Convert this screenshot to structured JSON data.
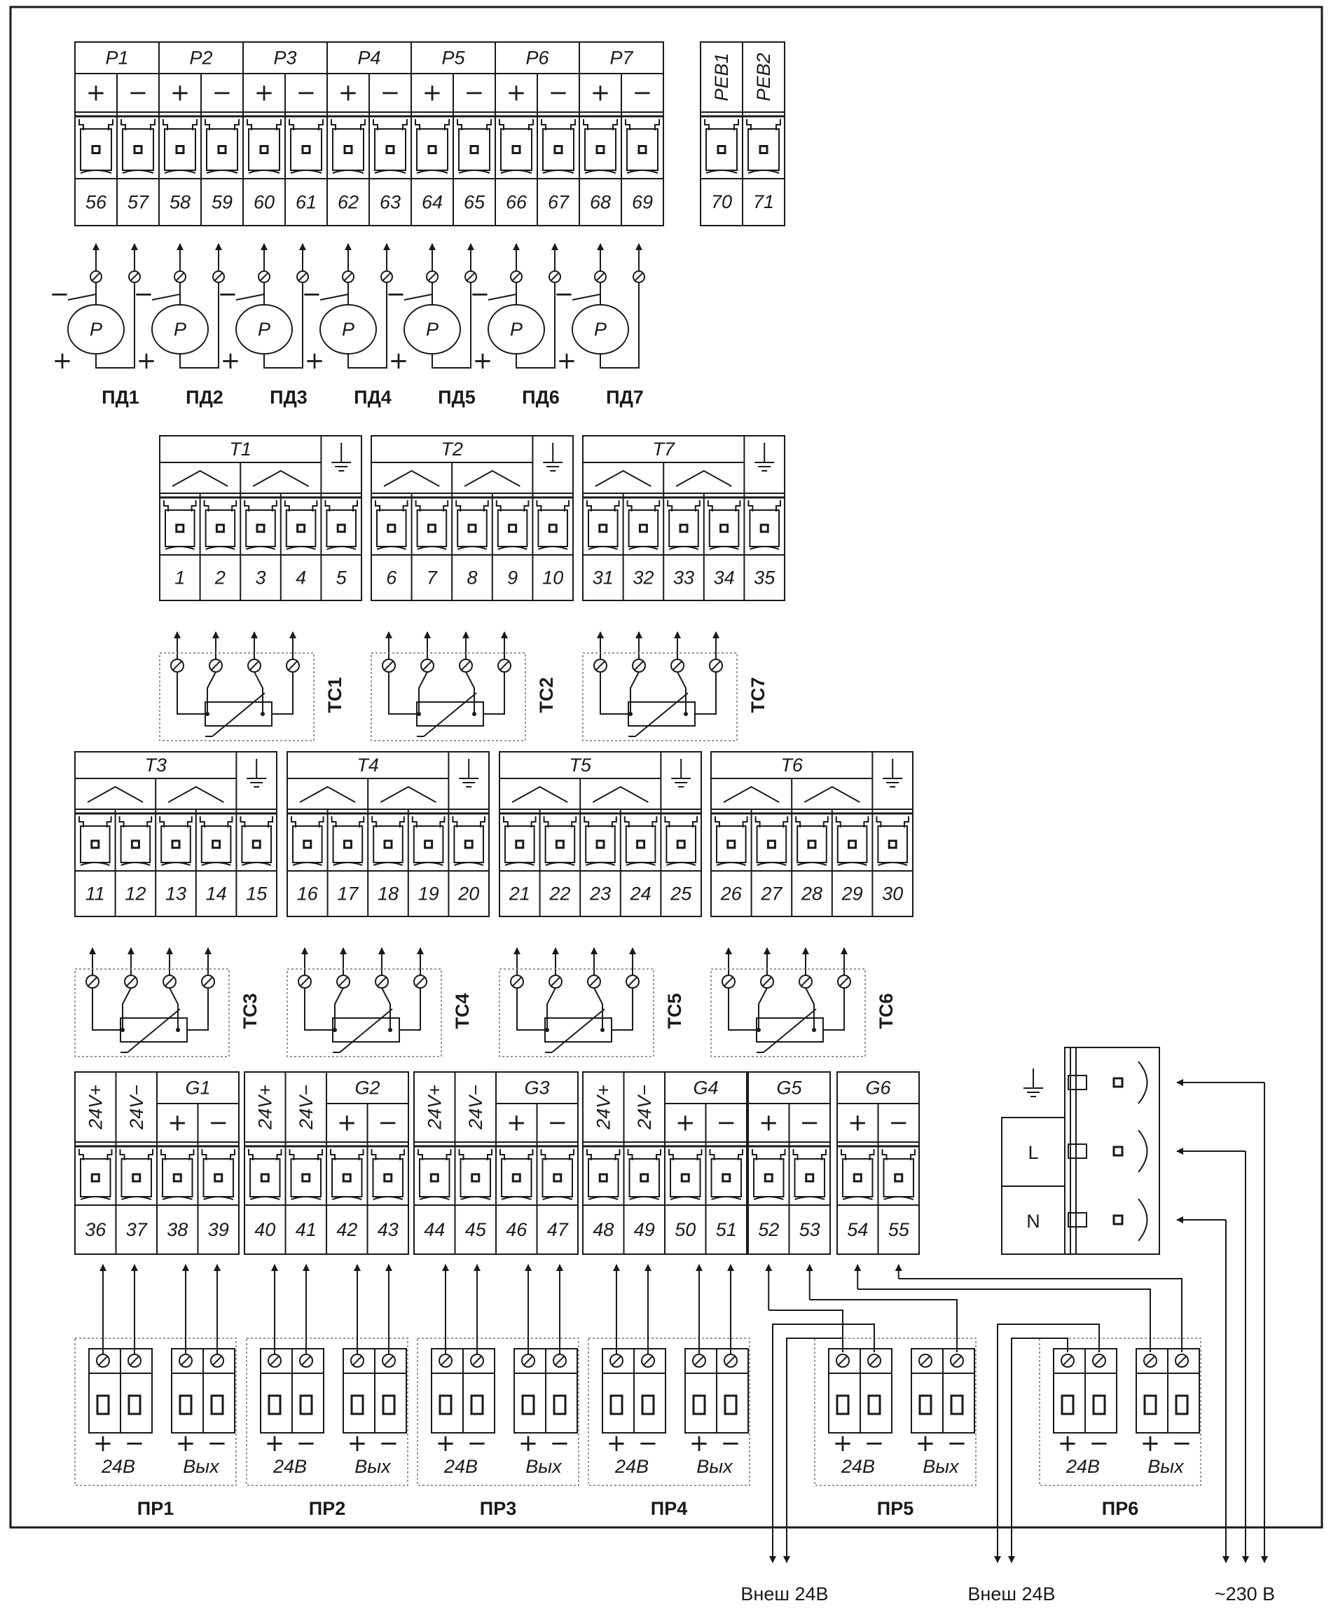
{
  "pressure_block": {
    "channels": [
      {
        "label": "P1",
        "pins": [
          "56",
          "57"
        ]
      },
      {
        "label": "P2",
        "pins": [
          "58",
          "59"
        ]
      },
      {
        "label": "P3",
        "pins": [
          "60",
          "61"
        ]
      },
      {
        "label": "P4",
        "pins": [
          "62",
          "63"
        ]
      },
      {
        "label": "P5",
        "pins": [
          "64",
          "65"
        ]
      },
      {
        "label": "P6",
        "pins": [
          "66",
          "67"
        ]
      },
      {
        "label": "P7",
        "pins": [
          "68",
          "69"
        ]
      }
    ],
    "plus_sign": "+",
    "minus_sign": "−",
    "sensor_symbol": "P",
    "sensors": [
      "ПД1",
      "ПД2",
      "ПД3",
      "ПД4",
      "ПД5",
      "ПД6",
      "ПД7"
    ]
  },
  "reb_block": {
    "labels": [
      "РЕВ1",
      "РЕВ2"
    ],
    "pins": [
      "70",
      "71"
    ]
  },
  "temp_block_1": [
    {
      "label": "T1",
      "pins": [
        "1",
        "2",
        "3",
        "4",
        "5"
      ],
      "sensor": "ТС1"
    },
    {
      "label": "T2",
      "pins": [
        "6",
        "7",
        "8",
        "9",
        "10"
      ],
      "sensor": "ТС2"
    },
    {
      "label": "T7",
      "pins": [
        "31",
        "32",
        "33",
        "34",
        "35"
      ],
      "sensor": "ТС7"
    }
  ],
  "temp_block_2": [
    {
      "label": "T3",
      "pins": [
        "11",
        "12",
        "13",
        "14",
        "15"
      ],
      "sensor": "ТС3"
    },
    {
      "label": "T4",
      "pins": [
        "16",
        "17",
        "18",
        "19",
        "20"
      ],
      "sensor": "ТС4"
    },
    {
      "label": "T5",
      "pins": [
        "21",
        "22",
        "23",
        "24",
        "25"
      ],
      "sensor": "ТС5"
    },
    {
      "label": "T6",
      "pins": [
        "26",
        "27",
        "28",
        "29",
        "30"
      ],
      "sensor": "ТС6"
    }
  ],
  "flow_block": {
    "groups": [
      {
        "power_labels": [
          "24V+",
          "24V−"
        ],
        "label": "G1",
        "pins": [
          "36",
          "37",
          "38",
          "39"
        ]
      },
      {
        "power_labels": [
          "24V+",
          "24V−"
        ],
        "label": "G2",
        "pins": [
          "40",
          "41",
          "42",
          "43"
        ]
      },
      {
        "power_labels": [
          "24V+",
          "24V−"
        ],
        "label": "G3",
        "pins": [
          "44",
          "45",
          "46",
          "47"
        ]
      },
      {
        "power_labels": [
          "24V+",
          "24V−"
        ],
        "label": "G4",
        "pins": [
          "48",
          "49",
          "50",
          "51"
        ]
      },
      {
        "label": "G5",
        "pins": [
          "52",
          "53"
        ]
      },
      {
        "label": "G6",
        "pins": [
          "54",
          "55"
        ]
      }
    ],
    "transducers": [
      {
        "name": "ПР1",
        "power_label": "24В",
        "out_label": "Вых"
      },
      {
        "name": "ПР2",
        "power_label": "24В",
        "out_label": "Вых"
      },
      {
        "name": "ПР3",
        "power_label": "24В",
        "out_label": "Вых"
      },
      {
        "name": "ПР4",
        "power_label": "24В",
        "out_label": "Вых"
      },
      {
        "name": "ПР5",
        "power_label": "24В",
        "out_label": "Вых"
      },
      {
        "name": "ПР6",
        "power_label": "24В",
        "out_label": "Вых"
      }
    ]
  },
  "mains": {
    "ground_symbol": "⏚",
    "L": "L",
    "N": "N"
  },
  "external": {
    "ext1": "Внеш 24В",
    "ext2": "Внеш 24В",
    "mains": "~230 В"
  }
}
